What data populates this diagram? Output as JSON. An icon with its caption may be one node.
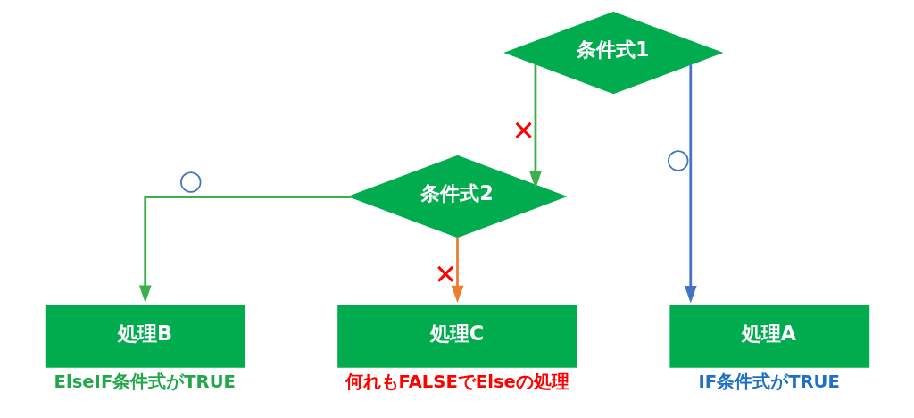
{
  "diagram": {
    "nodes": [
      {
        "text": [
          "条件式1"
        ]
      },
      {
        "text": [
          "条件式2"
        ]
      },
      {
        "text": [
          "処理A"
        ],
        "beside": [
          "IF条件式がTRUE"
        ]
      },
      {
        "text": [
          "処理B"
        ],
        "beside": [
          "ElseIF条件式がTRUE"
        ]
      },
      {
        "text": [
          "処理C"
        ],
        "beside": [
          "何れもFALSEでElseの処理"
        ]
      }
    ],
    "edges": [
      {
        "from": 0,
        "to": 2,
        "arrow": "to",
        "label": "○",
        "color": "#4472c4"
      },
      {
        "from": 0,
        "to": 1,
        "arrow": "to",
        "label": "✕"
      },
      {
        "from": 1,
        "to": 3,
        "arrow": "to",
        "label": "○"
      },
      {
        "from": 1,
        "to": 4,
        "arrow": "to",
        "label": "✕",
        "color": "#ed7d31"
      }
    ]
  }
}
